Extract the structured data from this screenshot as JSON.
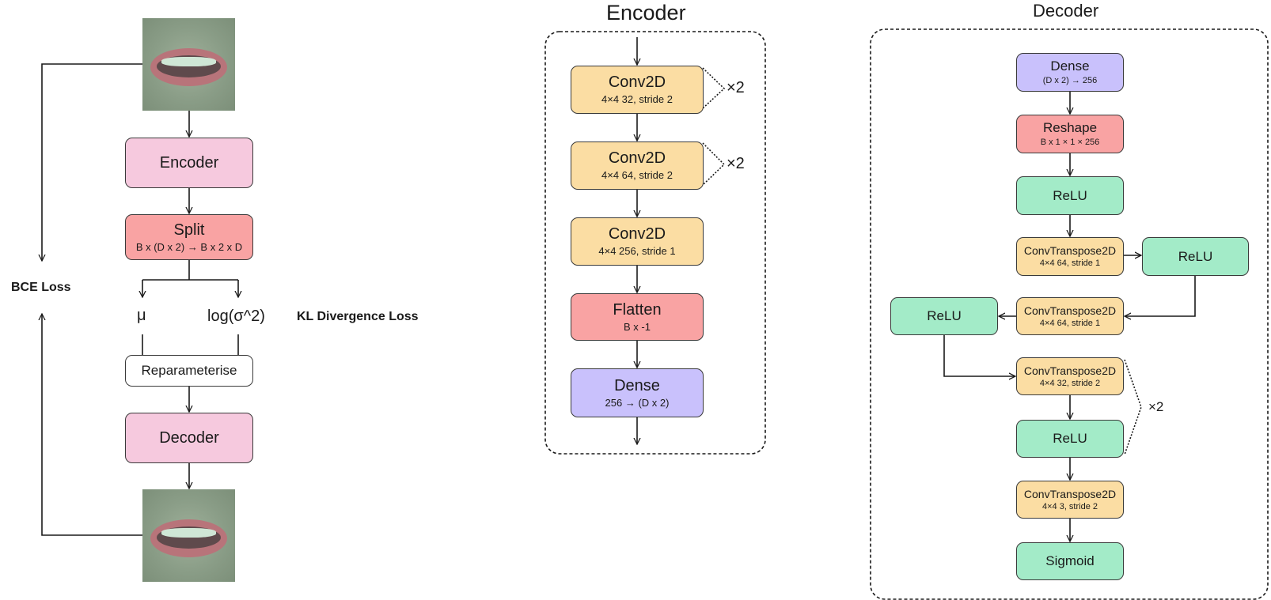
{
  "left_panel": {
    "encoder": "Encoder",
    "split": {
      "title": "Split",
      "sub": "B x (D x 2) → B x 2 x D"
    },
    "mu": "μ",
    "log_sigma": "log(σ^2)",
    "reparam": "Reparameterise",
    "decoder": "Decoder",
    "bce_loss": "BCE Loss",
    "kl_loss": "KL Divergence Loss"
  },
  "encoder_panel": {
    "title": "Encoder",
    "blocks": [
      {
        "title": "Conv2D",
        "sub": "4×4  32,  stride 2"
      },
      {
        "title": "Conv2D",
        "sub": "4×4  64,  stride 2"
      },
      {
        "title": "Conv2D",
        "sub": "4×4  256,  stride 1"
      },
      {
        "title": "Flatten",
        "sub": "B x -1"
      },
      {
        "title": "Dense",
        "sub": "256 → (D x 2)"
      }
    ],
    "repeat_labels": [
      "×2",
      "×2"
    ]
  },
  "decoder_panel": {
    "title": "Decoder",
    "dense": {
      "title": "Dense",
      "sub": "(D x 2) → 256"
    },
    "reshape": {
      "title": "Reshape",
      "sub": "B x 1 × 1 × 256"
    },
    "relu": "ReLU",
    "ct1": {
      "title": "ConvTranspose2D",
      "sub": "4×4  64,  stride 1"
    },
    "ct2": {
      "title": "ConvTranspose2D",
      "sub": "4×4  64,  stride 1"
    },
    "ct3": {
      "title": "ConvTranspose2D",
      "sub": "4×4  32,  stride 2"
    },
    "ct4": {
      "title": "ConvTranspose2D",
      "sub": "4×4  3,  stride 2"
    },
    "sigmoid": "Sigmoid",
    "repeat_label": "×2"
  },
  "colors": {
    "pink": "#f6c9de",
    "red": "#f9a3a3",
    "yellow": "#fbdda3",
    "purple": "#c9c1fc",
    "green": "#a3ebc8",
    "line": "#1a1a1a"
  }
}
